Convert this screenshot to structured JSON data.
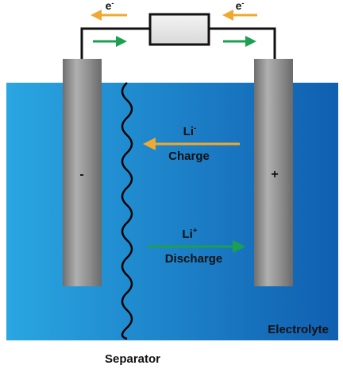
{
  "diagram": {
    "electron_left": {
      "base": "e",
      "sup": "-"
    },
    "electron_right": {
      "base": "e",
      "sup": "-"
    },
    "anode_label": "-",
    "cathode_label": "+",
    "charge_ion": {
      "base": "Li",
      "sup": "-"
    },
    "charge_label": "Charge",
    "discharge_ion": {
      "base": "Li",
      "sup": "+"
    },
    "discharge_label": "Discharge",
    "electrolyte_label": "Electrolyte",
    "separator_label": "Separator"
  },
  "colors": {
    "electrolyte_light": "#29a3e0",
    "electrolyte_dark": "#1060b0",
    "electrode": "#8f8f8f",
    "charge_arrow": "#f0a830",
    "discharge_arrow": "#1aa050",
    "wire": "#111111",
    "load": "#e6e6e6"
  }
}
